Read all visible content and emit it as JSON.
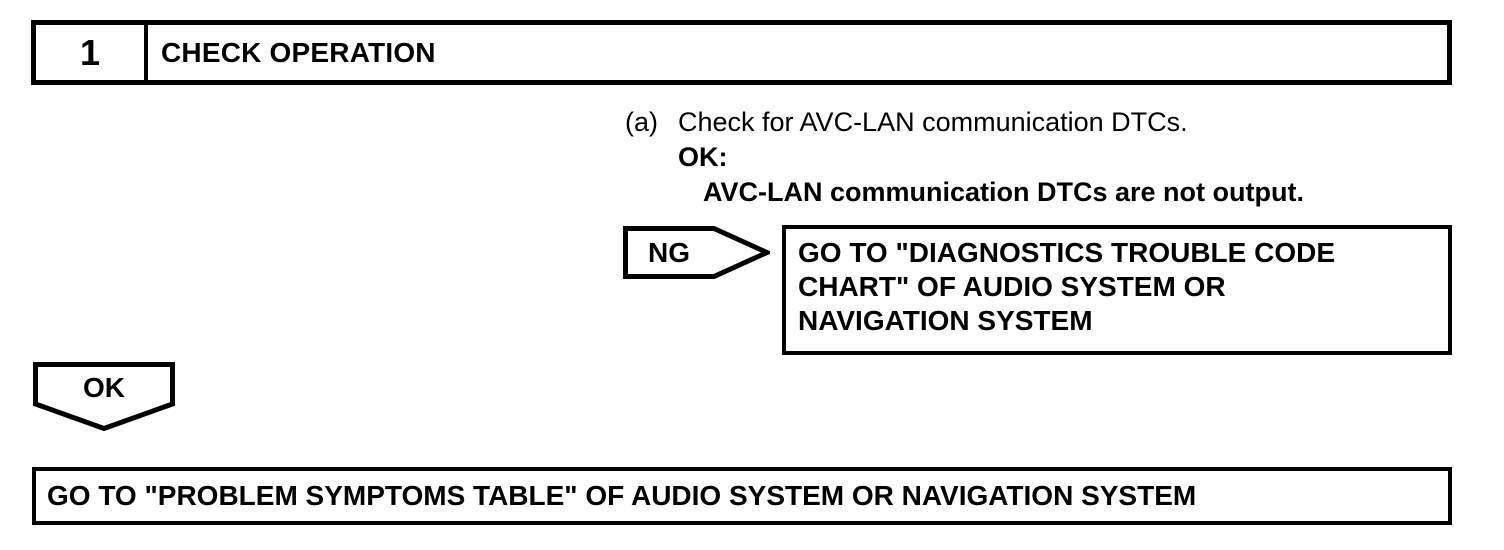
{
  "colors": {
    "ink": "#000000",
    "paper": "#ffffff"
  },
  "step_header": {
    "number": "1",
    "title": "CHECK OPERATION"
  },
  "instructions": {
    "item_label": "(a)",
    "item_text": "Check for AVC-LAN communication DTCs.",
    "ok_heading": "OK:",
    "ok_condition": "AVC-LAN communication DTCs are not output."
  },
  "ng_branch": {
    "connector_label": "NG",
    "action_lines": [
      "GO TO \"DIAGNOSTICS TROUBLE CODE",
      "CHART\" OF AUDIO SYSTEM OR",
      "NAVIGATION SYSTEM"
    ]
  },
  "ok_branch": {
    "connector_label": "OK",
    "action": "GO TO \"PROBLEM SYMPTOMS TABLE\" OF AUDIO SYSTEM OR NAVIGATION SYSTEM"
  }
}
